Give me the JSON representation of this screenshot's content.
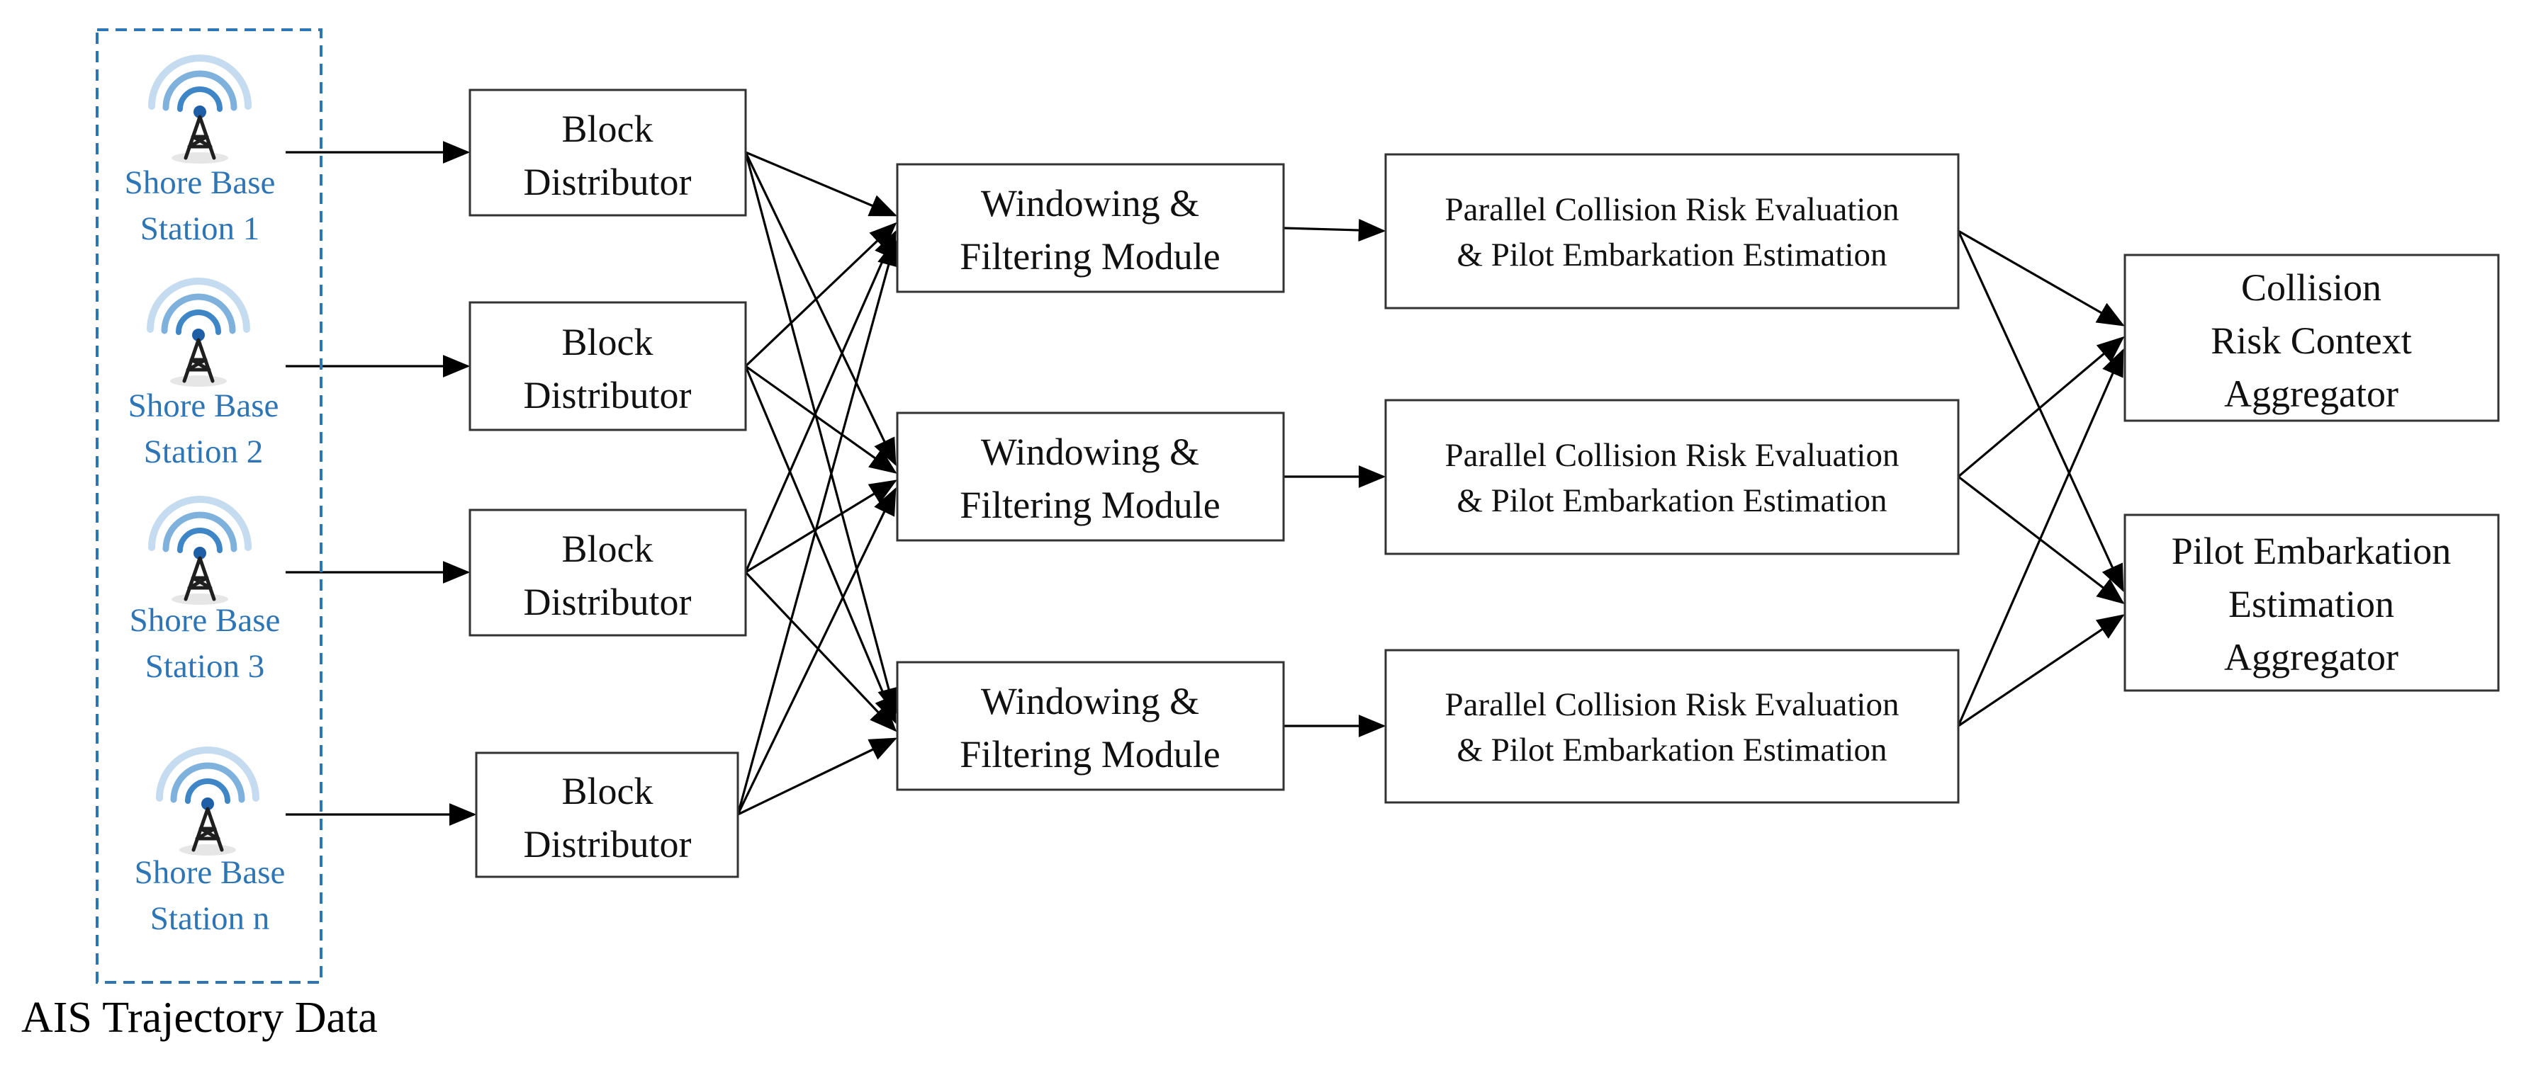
{
  "colors": {
    "station_label": "#2e75b6",
    "group_border": "#2e75b6",
    "box_border": "#333333",
    "arrow": "#000000"
  },
  "caption": "AIS Trajectory Data",
  "stations": [
    {
      "line1": "Shore Base",
      "line2": "Station 1",
      "icon": "antenna-tower-icon"
    },
    {
      "line1": "Shore Base",
      "line2": "Station 2",
      "icon": "antenna-tower-icon"
    },
    {
      "line1": "Shore Base",
      "line2": "Station 3",
      "icon": "antenna-tower-icon"
    },
    {
      "line1": "Shore Base",
      "line2": "Station n",
      "icon": "antenna-tower-icon"
    }
  ],
  "distributors": [
    {
      "line1": "Block",
      "line2": "Distributor"
    },
    {
      "line1": "Block",
      "line2": "Distributor"
    },
    {
      "line1": "Block",
      "line2": "Distributor"
    },
    {
      "line1": "Block",
      "line2": "Distributor"
    }
  ],
  "windowing": [
    {
      "line1": "Windowing &",
      "line2": "Filtering Module"
    },
    {
      "line1": "Windowing &",
      "line2": "Filtering Module"
    },
    {
      "line1": "Windowing &",
      "line2": "Filtering Module"
    }
  ],
  "evaluation": [
    {
      "line1": "Parallel Collision Risk Evaluation",
      "line2": "& Pilot Embarkation Estimation"
    },
    {
      "line1": "Parallel Collision Risk Evaluation",
      "line2": "& Pilot Embarkation Estimation"
    },
    {
      "line1": "Parallel Collision Risk Evaluation",
      "line2": "& Pilot Embarkation Estimation"
    }
  ],
  "aggregators": [
    {
      "line1": "Collision",
      "line2": "Risk Context",
      "line3": "Aggregator"
    },
    {
      "line1": "Pilot Embarkation",
      "line2": "Estimation",
      "line3": "Aggregator"
    }
  ]
}
